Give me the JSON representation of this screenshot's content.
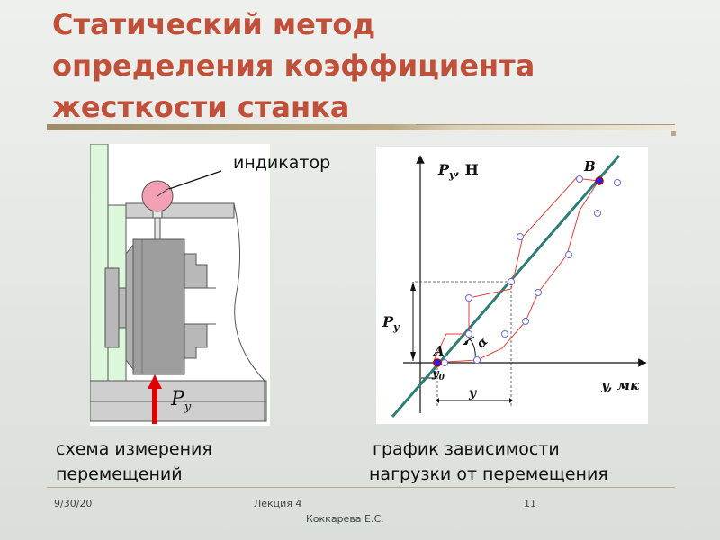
{
  "title": {
    "line1": "Статический метод",
    "line2": "определения коэффициента",
    "line3": "жесткости станка"
  },
  "left_diagram": {
    "indicator_label": "индикатор",
    "force_label": "P",
    "force_sub": "y",
    "caption_line1": "схема измерения",
    "caption_line2": "перемещений"
  },
  "right_diagram": {
    "y_axis_label": "P",
    "y_axis_sub": "y",
    "y_axis_unit": ", Н",
    "x_axis_label": "y, мк",
    "load_label": "P",
    "load_sub": "y",
    "point_a": "A",
    "point_b": "B",
    "y0_label": "y",
    "y0_sub": "0",
    "y_label": "y",
    "angle_label": "α",
    "caption_line1": "график зависимости",
    "caption_line2": "нагрузки от перемещения"
  },
  "footer": {
    "date": "9/30/20",
    "lecture": "Лекция 4",
    "page": "11",
    "author": "Коккарева Е.С."
  },
  "colors": {
    "title": "#c0503a",
    "accent_rule": "#b9a983",
    "force_arrow": "#e00000",
    "stiffness_line": "#2e7d74",
    "curve": "#e04040",
    "points": "#6a6ae0"
  }
}
